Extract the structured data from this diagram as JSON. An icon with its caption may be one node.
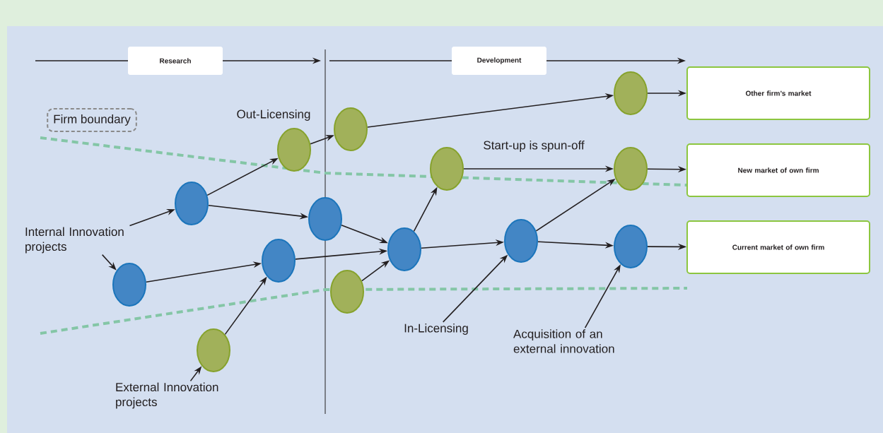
{
  "diagram": {
    "nodes": [
      {
        "text": [
          "Research"
        ]
      },
      {
        "text": [
          "Development"
        ]
      },
      {
        "text": [
          "Firm boundary"
        ]
      },
      {
        "text": [
          "Other firm’s market"
        ]
      },
      {
        "text": [
          "New market of own firm"
        ]
      },
      {
        "text": [
          "Current market of own firm"
        ]
      },
      {
        "text": [],
        "shape": "circle"
      },
      {
        "text": [],
        "shape": "circle"
      },
      {
        "text": [],
        "shape": "circle"
      },
      {
        "text": [],
        "shape": "circle"
      },
      {
        "text": [],
        "shape": "circle"
      },
      {
        "text": [],
        "shape": "circle"
      },
      {
        "text": [],
        "shape": "circle"
      },
      {
        "text": [],
        "shape": "circle"
      },
      {
        "text": [],
        "shape": "circle"
      },
      {
        "text": [],
        "shape": "circle"
      },
      {
        "text": [],
        "shape": "circle"
      },
      {
        "text": [],
        "shape": "circle"
      },
      {
        "text": [],
        "shape": "circle"
      },
      {
        "text": [],
        "shape": "circle"
      },
      {
        "text": [
          "Internal Innovation projects"
        ]
      },
      {
        "text": [
          "External Innovation projects"
        ]
      },
      {
        "text": [
          "In-Licensing"
        ]
      },
      {
        "text": [
          "Acquisition of an external innovation"
        ]
      }
    ],
    "edges": [
      {
        "from": 20,
        "to": 6,
        "arrow": "to"
      },
      {
        "from": 20,
        "to": 7,
        "arrow": "to"
      },
      {
        "from": 6,
        "to": 8,
        "arrow": "to"
      },
      {
        "from": 6,
        "to": 10,
        "arrow": "to"
      },
      {
        "from": 8,
        "to": 9,
        "arrow": "to"
      },
      {
        "from": 9,
        "to": 17,
        "arrow": "to"
      },
      {
        "from": 7,
        "to": 11,
        "arrow": "to"
      },
      {
        "from": 12,
        "to": 11,
        "arrow": "to"
      },
      {
        "from": 11,
        "to": 14,
        "arrow": "to"
      },
      {
        "from": 10,
        "to": 14,
        "arrow": "to"
      },
      {
        "from": 13,
        "to": 14,
        "arrow": "to"
      },
      {
        "from": 14,
        "to": 15,
        "arrow": "to"
      },
      {
        "from": 14,
        "to": 16,
        "arrow": "to"
      },
      {
        "from": 15,
        "to": 18,
        "arrow": "to"
      },
      {
        "from": 16,
        "to": 18,
        "arrow": "to"
      },
      {
        "from": 16,
        "to": 19,
        "arrow": "to"
      },
      {
        "from": 21,
        "to": 12,
        "arrow": "to"
      },
      {
        "from": 22,
        "to": 16,
        "arrow": "to"
      },
      {
        "from": 23,
        "to": 19,
        "arrow": "to"
      },
      {
        "from": 17,
        "to": 3,
        "arrow": "to"
      },
      {
        "from": 18,
        "to": 4,
        "arrow": "to"
      },
      {
        "from": 19,
        "to": 5,
        "arrow": "to"
      }
    ],
    "labels": [
      "Out-Licensing",
      "Start-up is spun-off"
    ]
  }
}
